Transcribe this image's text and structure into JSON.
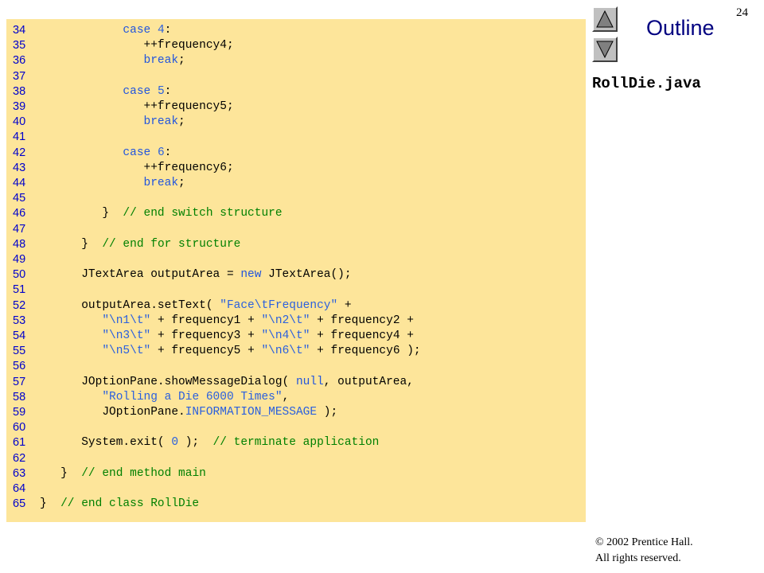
{
  "slide_number": "24",
  "sidebar": {
    "outline_label": "Outline",
    "file_name": "RollDie.java",
    "up_icon": "triangle-up-icon",
    "down_icon": "triangle-down-icon"
  },
  "footer": {
    "copyright": "© 2002 Prentice Hall.",
    "rights": "All rights reserved."
  },
  "colors": {
    "code_background": "#fde59a",
    "keyword": "#2255dd",
    "comment": "#008000",
    "string": "#2b60de",
    "line_number": "#0000cc",
    "outline_title": "#000080"
  },
  "code_lines": [
    {
      "n": "34",
      "tokens": [
        [
          "tx",
          "            "
        ],
        [
          "kw",
          "case"
        ],
        [
          "tx",
          " "
        ],
        [
          "nm",
          "4"
        ],
        [
          "tx",
          ":"
        ]
      ]
    },
    {
      "n": "35",
      "tokens": [
        [
          "tx",
          "               ++frequency4;"
        ]
      ]
    },
    {
      "n": "36",
      "tokens": [
        [
          "tx",
          "               "
        ],
        [
          "kw",
          "break"
        ],
        [
          "tx",
          ";"
        ]
      ]
    },
    {
      "n": "37",
      "tokens": []
    },
    {
      "n": "38",
      "tokens": [
        [
          "tx",
          "            "
        ],
        [
          "kw",
          "case"
        ],
        [
          "tx",
          " "
        ],
        [
          "nm",
          "5"
        ],
        [
          "tx",
          ":"
        ]
      ]
    },
    {
      "n": "39",
      "tokens": [
        [
          "tx",
          "               ++frequency5;"
        ]
      ]
    },
    {
      "n": "40",
      "tokens": [
        [
          "tx",
          "               "
        ],
        [
          "kw",
          "break"
        ],
        [
          "tx",
          ";"
        ]
      ]
    },
    {
      "n": "41",
      "tokens": []
    },
    {
      "n": "42",
      "tokens": [
        [
          "tx",
          "            "
        ],
        [
          "kw",
          "case"
        ],
        [
          "tx",
          " "
        ],
        [
          "nm",
          "6"
        ],
        [
          "tx",
          ":"
        ]
      ]
    },
    {
      "n": "43",
      "tokens": [
        [
          "tx",
          "               ++frequency6;"
        ]
      ]
    },
    {
      "n": "44",
      "tokens": [
        [
          "tx",
          "               "
        ],
        [
          "kw",
          "break"
        ],
        [
          "tx",
          ";"
        ]
      ]
    },
    {
      "n": "45",
      "tokens": []
    },
    {
      "n": "46",
      "tokens": [
        [
          "tx",
          "         }  "
        ],
        [
          "cm",
          "// end switch structure"
        ]
      ]
    },
    {
      "n": "47",
      "tokens": []
    },
    {
      "n": "48",
      "tokens": [
        [
          "tx",
          "      }  "
        ],
        [
          "cm",
          "// end for structure"
        ]
      ]
    },
    {
      "n": "49",
      "tokens": []
    },
    {
      "n": "50",
      "tokens": [
        [
          "tx",
          "      JTextArea outputArea = "
        ],
        [
          "kw",
          "new"
        ],
        [
          "tx",
          " JTextArea();"
        ]
      ]
    },
    {
      "n": "51",
      "tokens": []
    },
    {
      "n": "52",
      "tokens": [
        [
          "tx",
          "      outputArea.setText( "
        ],
        [
          "st",
          "\"Face\\tFrequency\""
        ],
        [
          "tx",
          " +"
        ]
      ]
    },
    {
      "n": "53",
      "tokens": [
        [
          "tx",
          "         "
        ],
        [
          "st",
          "\"\\n1\\t\""
        ],
        [
          "tx",
          " + frequency1 + "
        ],
        [
          "st",
          "\"\\n2\\t\""
        ],
        [
          "tx",
          " + frequency2 +"
        ]
      ]
    },
    {
      "n": "54",
      "tokens": [
        [
          "tx",
          "         "
        ],
        [
          "st",
          "\"\\n3\\t\""
        ],
        [
          "tx",
          " + frequency3 + "
        ],
        [
          "st",
          "\"\\n4\\t\""
        ],
        [
          "tx",
          " + frequency4 +"
        ]
      ]
    },
    {
      "n": "55",
      "tokens": [
        [
          "tx",
          "         "
        ],
        [
          "st",
          "\"\\n5\\t\""
        ],
        [
          "tx",
          " + frequency5 + "
        ],
        [
          "st",
          "\"\\n6\\t\""
        ],
        [
          "tx",
          " + frequency6 );"
        ]
      ]
    },
    {
      "n": "56",
      "tokens": []
    },
    {
      "n": "57",
      "tokens": [
        [
          "tx",
          "      JOptionPane.showMessageDialog( "
        ],
        [
          "kw",
          "null"
        ],
        [
          "tx",
          ", outputArea,"
        ]
      ]
    },
    {
      "n": "58",
      "tokens": [
        [
          "tx",
          "         "
        ],
        [
          "st",
          "\"Rolling a Die 6000 Times\""
        ],
        [
          "tx",
          ","
        ]
      ]
    },
    {
      "n": "59",
      "tokens": [
        [
          "tx",
          "         JOptionPane."
        ],
        [
          "st",
          "INFORMATION_MESSAGE"
        ],
        [
          "tx",
          " );"
        ]
      ]
    },
    {
      "n": "60",
      "tokens": []
    },
    {
      "n": "61",
      "tokens": [
        [
          "tx",
          "      System.exit( "
        ],
        [
          "nm",
          "0"
        ],
        [
          "tx",
          " );  "
        ],
        [
          "cm",
          "// terminate application"
        ]
      ]
    },
    {
      "n": "62",
      "tokens": []
    },
    {
      "n": "63",
      "tokens": [
        [
          "tx",
          "   }  "
        ],
        [
          "cm",
          "// end method main"
        ]
      ]
    },
    {
      "n": "64",
      "tokens": []
    },
    {
      "n": "65",
      "tokens": [
        [
          "tx",
          "}  "
        ],
        [
          "cm",
          "// end class RollDie"
        ]
      ]
    }
  ]
}
